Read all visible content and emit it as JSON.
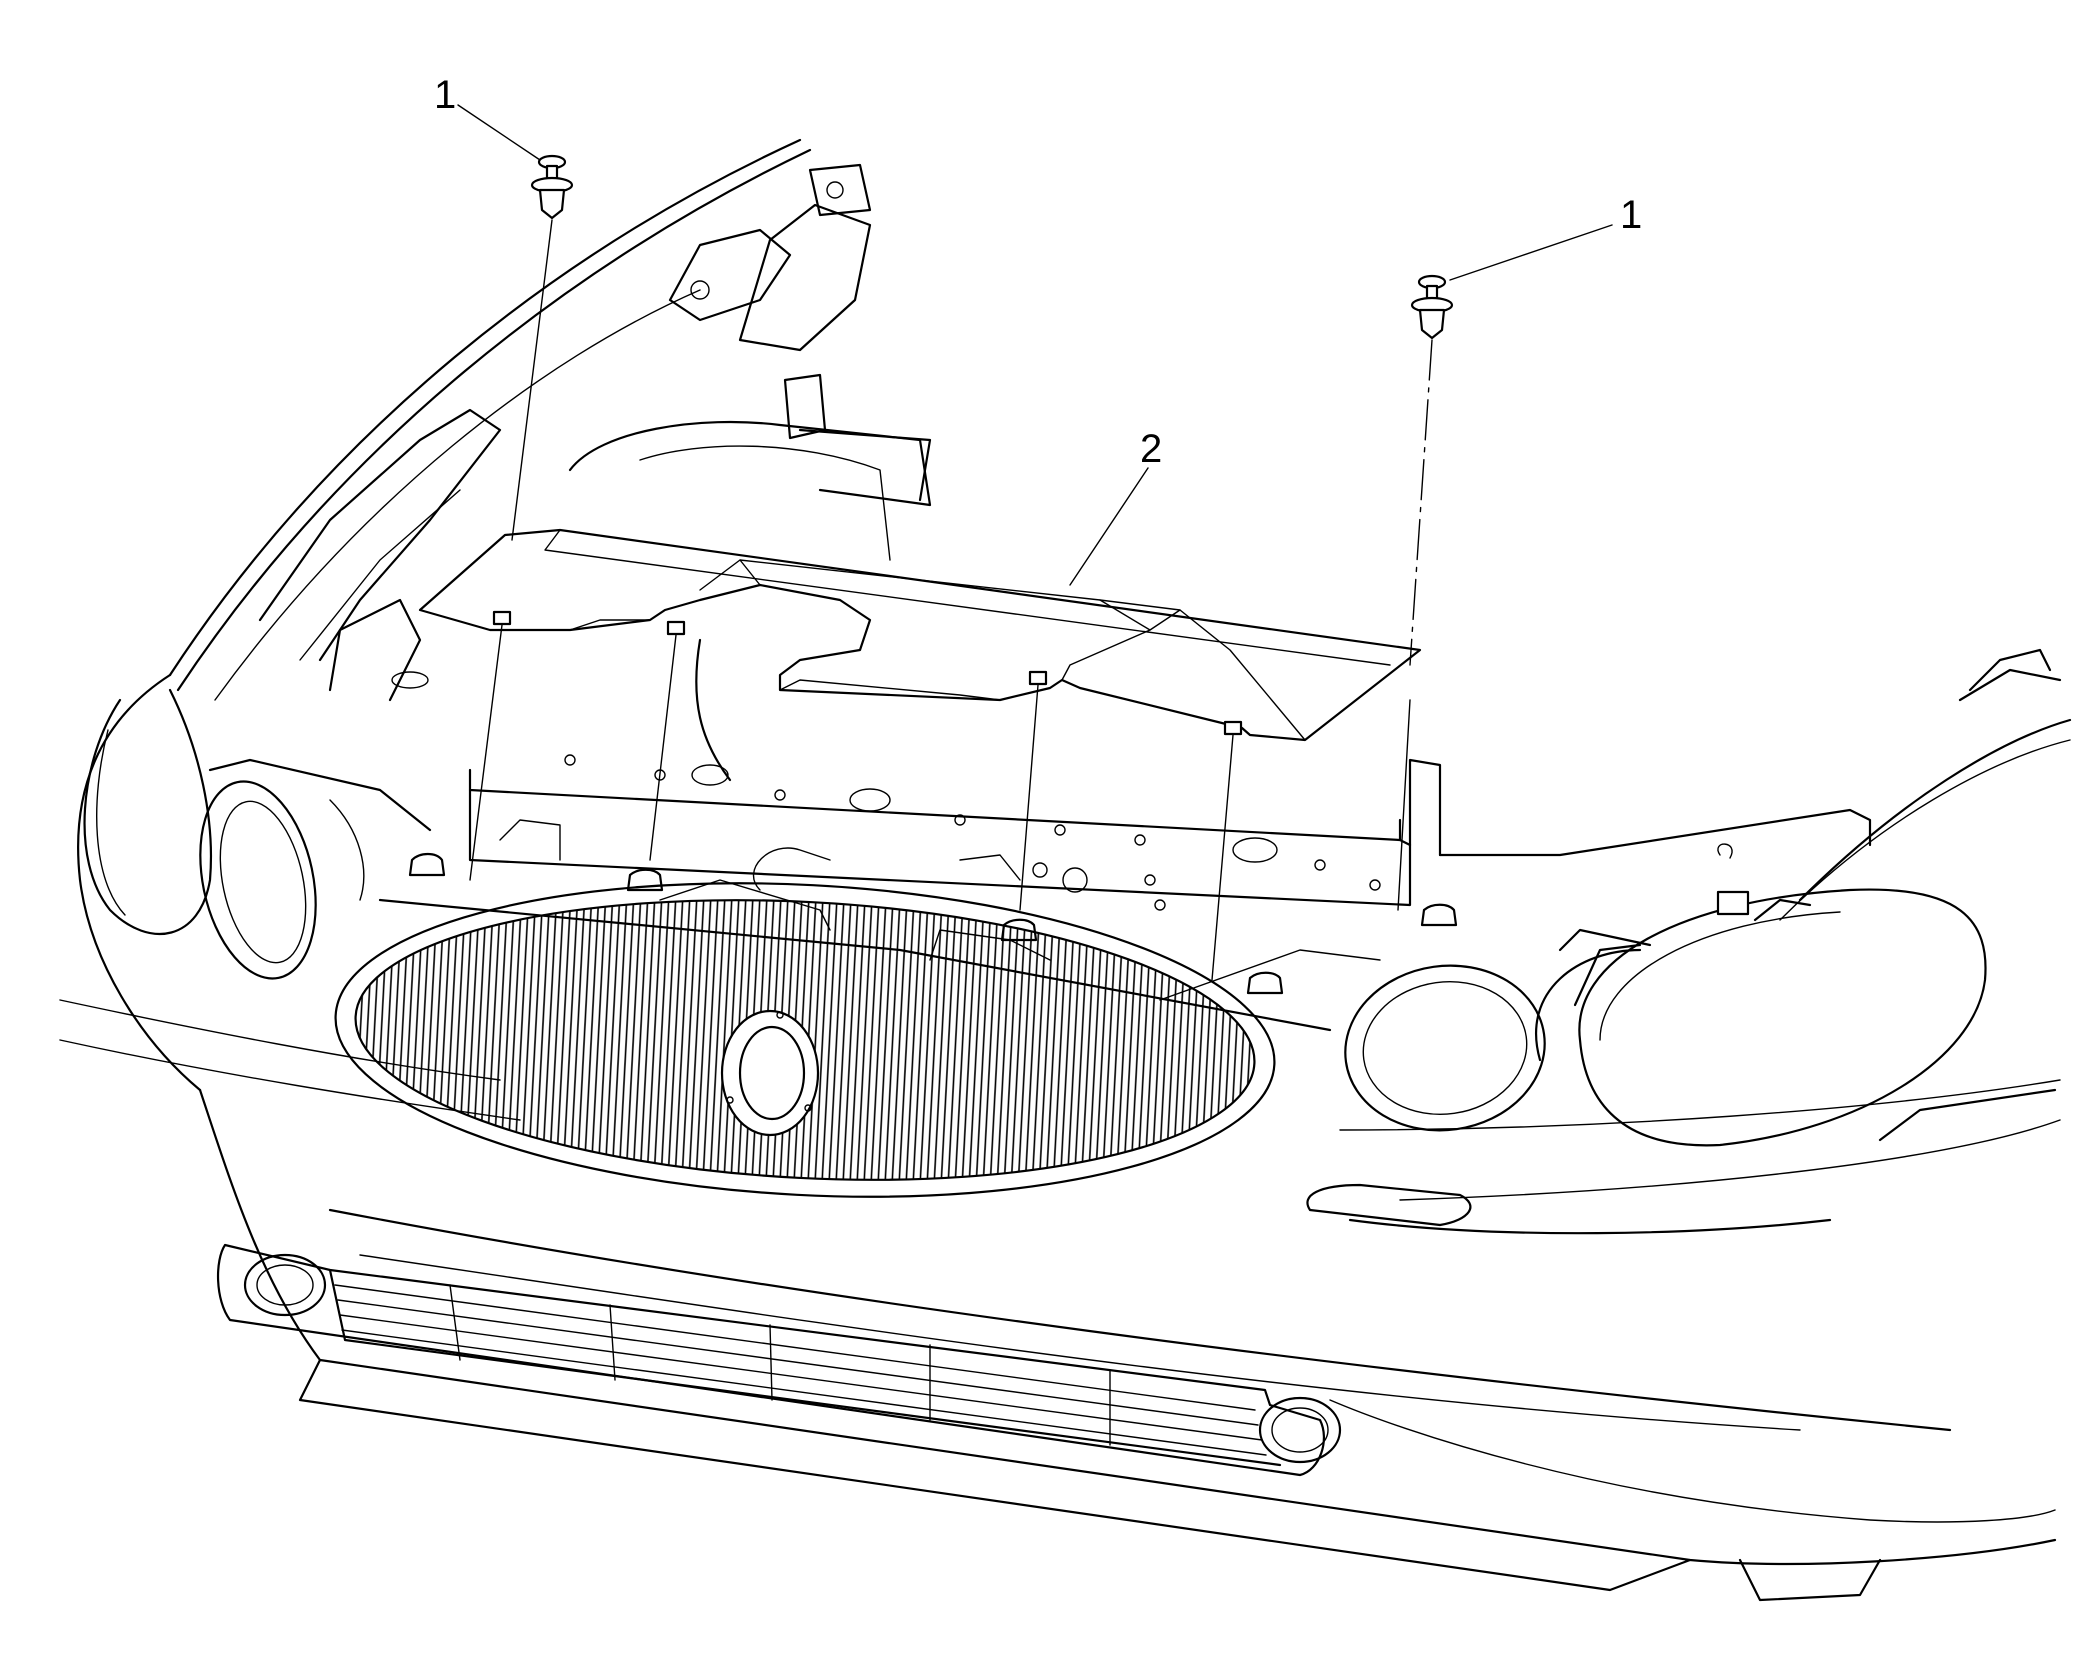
{
  "callouts": [
    {
      "id": "pushpin-retainer-left",
      "label": "1"
    },
    {
      "id": "pushpin-retainer-right",
      "label": "1"
    },
    {
      "id": "radiator-air-baffle",
      "label": "2"
    }
  ]
}
